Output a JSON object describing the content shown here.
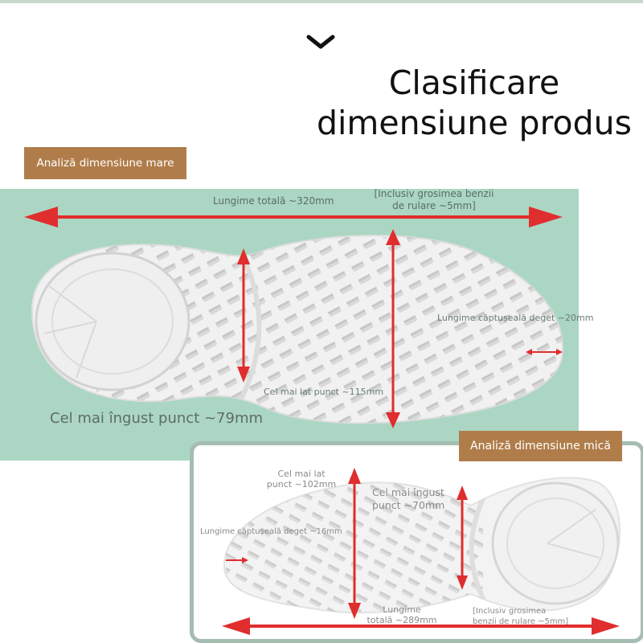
{
  "header": {
    "title_line1": "Clasificare",
    "title_line2": "dimensiune produs"
  },
  "large": {
    "tag": "Analiză dimensiune mare",
    "total_length": "Lungime totală ~320mm",
    "note_line1": "[Inclusiv grosimea benzii",
    "note_line2": "de rulare ~5mm]",
    "toe_lining": "Lungime căptușeală deget ~20mm",
    "widest": "Cel mai lat punct ~115mm",
    "narrowest": "Cel mai îngust punct ~79mm"
  },
  "small": {
    "tag": "Analiză dimensiune mică",
    "widest_line1": "Cel mai lat",
    "widest_line2": "punct ~102mm",
    "narrowest_line1": "Cel mai îngust",
    "narrowest_line2": "punct ~70mm",
    "toe_lining": "Lungime căptușeală deget ~16mm",
    "total_line1": "Lungime",
    "total_line2": "totală ~289mm",
    "note_line1": "[Inclusiv grosimea",
    "note_line2": "benzii de rulare ~5mm]"
  },
  "colors": {
    "accent_tag": "#b07d4a",
    "panel_green": "#abd6c3",
    "arrow_red": "#e02d2d",
    "frame": "#a4bdb0"
  },
  "icons": {
    "chevron": "chevron-down-icon"
  }
}
